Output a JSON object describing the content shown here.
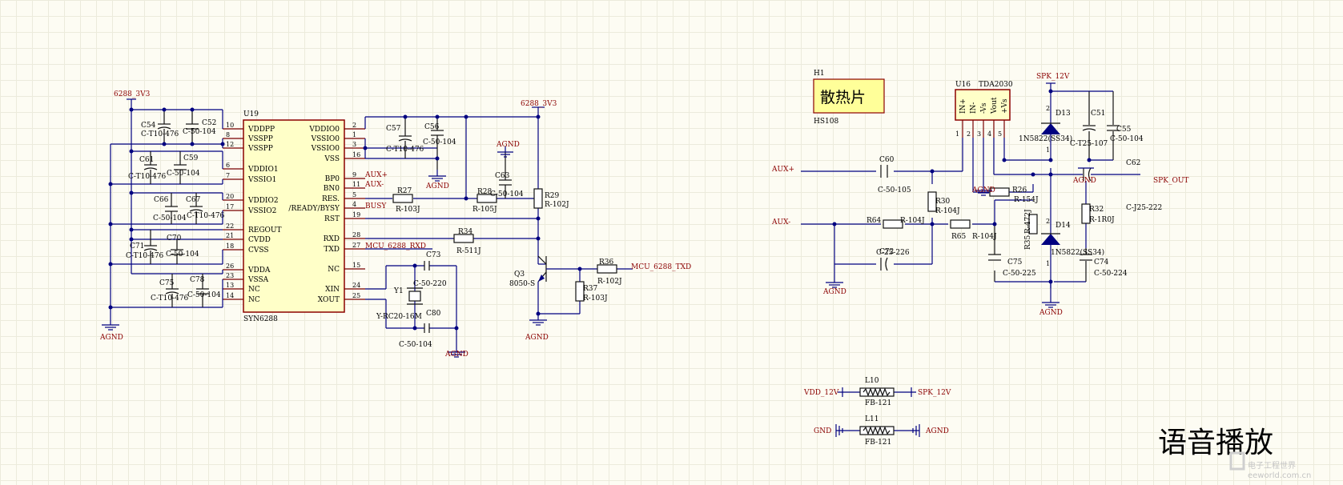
{
  "title": "语音播放",
  "watermark": {
    "cn": "电子工程世界",
    "url": "eeworld.com.cn"
  },
  "colors": {
    "wire": "#000080",
    "pin": "#7a0000",
    "net_label": "#8b0000",
    "heatsink_fill": "#ffff99"
  },
  "u19": {
    "designator": "U19",
    "part": "SYN6288",
    "left_pins": [
      {
        "num": "10",
        "name": "VDDPP"
      },
      {
        "num": "8",
        "name": "VSSPP"
      },
      {
        "num": "12",
        "name": "VSSPP"
      },
      {
        "num": "6",
        "name": "VDDIO1"
      },
      {
        "num": "7",
        "name": "VSSIO1"
      },
      {
        "num": "20",
        "name": "VDDIO2"
      },
      {
        "num": "17",
        "name": "VSSIO2"
      },
      {
        "num": "22",
        "name": "REGOUT"
      },
      {
        "num": "21",
        "name": "CVDD"
      },
      {
        "num": "18",
        "name": "CVSS"
      },
      {
        "num": "26",
        "name": "VDDA"
      },
      {
        "num": "23",
        "name": "VSSA"
      },
      {
        "num": "13",
        "name": "NC"
      },
      {
        "num": "14",
        "name": "NC"
      }
    ],
    "right_pins": [
      {
        "num": "2",
        "name": "VDDIO0"
      },
      {
        "num": "1",
        "name": "VSSIO0"
      },
      {
        "num": "3",
        "name": "VSSIO0"
      },
      {
        "num": "16",
        "name": "VSS"
      },
      {
        "num": "9",
        "name": "BP0"
      },
      {
        "num": "11",
        "name": "BN0"
      },
      {
        "num": "5",
        "name": "RES."
      },
      {
        "num": "4",
        "name": "/READY/BYSY"
      },
      {
        "num": "19",
        "name": "RST"
      },
      {
        "num": "28",
        "name": "RXD"
      },
      {
        "num": "27",
        "name": "TXD"
      },
      {
        "num": "15",
        "name": "NC"
      },
      {
        "num": "24",
        "name": "XIN"
      },
      {
        "num": "25",
        "name": "XOUT"
      }
    ]
  },
  "left_caps": [
    {
      "ref": "C54",
      "val": "C-T10-476"
    },
    {
      "ref": "C52",
      "val": "C-50-104"
    },
    {
      "ref": "C61",
      "val": "C-T10-476"
    },
    {
      "ref": "C59",
      "val": "C-50-104"
    },
    {
      "ref": "C66",
      "val": "C-50-104"
    },
    {
      "ref": "C67",
      "val": "C-T10-476"
    },
    {
      "ref": "C71",
      "val": "C-T10-476"
    },
    {
      "ref": "C70",
      "val": "C-50-104"
    },
    {
      "ref": "C75",
      "val": "C-T10-476"
    },
    {
      "ref": "C78",
      "val": "C-50-104"
    }
  ],
  "c57": {
    "ref": "C57",
    "val": "C-T10-476"
  },
  "c56": {
    "ref": "C56",
    "val": "C-50-104"
  },
  "c63": {
    "ref": "C63",
    "val": "C-50-104"
  },
  "c73": {
    "ref": "C73",
    "val": "C-50-220"
  },
  "c80": {
    "ref": "C80",
    "val": "C-50-104"
  },
  "y1": {
    "ref": "Y1",
    "val": "Y-RC20-16M"
  },
  "r27": {
    "ref": "R27",
    "val": "R-103J"
  },
  "r28": {
    "ref": "R28",
    "val": "R-105J"
  },
  "r29": {
    "ref": "R29",
    "val": "R-102J"
  },
  "r34": {
    "ref": "R34",
    "val": "R-511J"
  },
  "r36": {
    "ref": "R36",
    "val": "R-102J"
  },
  "r37": {
    "ref": "R37",
    "val": "R-103J"
  },
  "q3": {
    "ref": "Q3",
    "val": "8050-S"
  },
  "nets": {
    "pwr_3v3": "6288_3V3",
    "agnd": "AGND",
    "aux_p": "AUX+",
    "aux_n": "AUX-",
    "busy": "BUSY",
    "mcu_rxd": "MCU_6288_RXD",
    "mcu_txd": "MCU_6288_TXD",
    "spk12": "SPK_12V",
    "spk_out": "SPK_OUT",
    "vdd12": "VDD_12V",
    "gnd": "GND"
  },
  "h1": {
    "ref": "H1",
    "text": "散热片",
    "part": "HS108"
  },
  "u16": {
    "ref": "U16",
    "part": "TDA2030",
    "pins": [
      "IN+",
      "IN-",
      "-Vs",
      "Vout",
      "+Vs"
    ],
    "nums": [
      "1",
      "2",
      "3",
      "4",
      "5"
    ]
  },
  "c60": {
    "ref": "C60",
    "val": "C-50-105"
  },
  "c72": {
    "ref": "C72",
    "val": "C-25-226"
  },
  "c51": {
    "ref": "C51",
    "val": "C-T25-107"
  },
  "c55": {
    "ref": "C55",
    "val": "C-50-104"
  },
  "c62": {
    "ref": "C62",
    "val": "C-J25-222"
  },
  "c74": {
    "ref": "C74",
    "val": "C-50-224"
  },
  "c75b": {
    "ref": "C75",
    "val": "C-50-225"
  },
  "r26": {
    "ref": "R26",
    "val": "R-154J"
  },
  "r30": {
    "ref": "R30",
    "val": "R-104J"
  },
  "r32": {
    "ref": "R32",
    "val": "R-1R0J"
  },
  "r35": {
    "ref": "R35",
    "val": "R-472J"
  },
  "r64": {
    "ref": "R64",
    "val": "R-104J"
  },
  "r65": {
    "ref": "R65",
    "val": "R-104J"
  },
  "d13": {
    "ref": "D13",
    "val": "1N5822(SS34)",
    "k": "2",
    "a": "1"
  },
  "d14": {
    "ref": "D14",
    "val": "1N5822(SS34)",
    "k": "2",
    "a": "1"
  },
  "l10": {
    "ref": "L10",
    "val": "FB-121"
  },
  "l11": {
    "ref": "L11",
    "val": "FB-121"
  }
}
